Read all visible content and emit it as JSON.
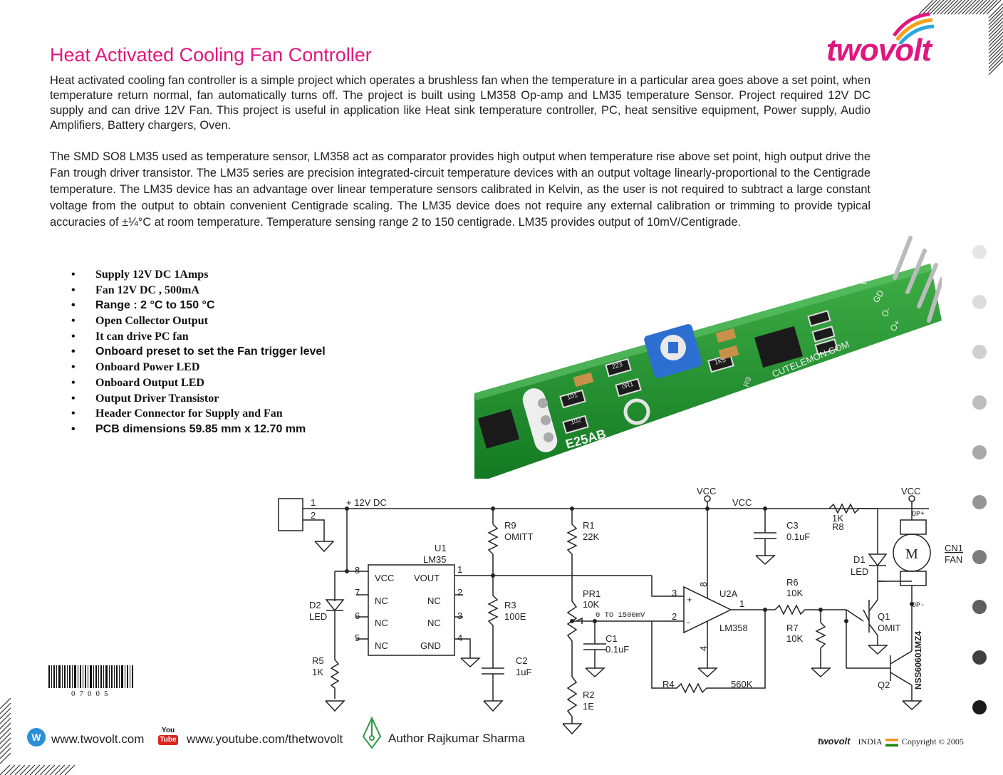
{
  "header": {
    "title": "Heat Activated Cooling Fan Controller",
    "logo": "twovolt"
  },
  "intro": {
    "paragraph1": "Heat activated cooling fan controller is a simple project which operates a brushless fan when the temperature in a particular area goes above a set point, when temperature return normal, fan automatically turns off. The project is built using LM358 Op-amp and LM35 temperature Sensor. Project required 12V DC supply and can drive 12V Fan. This project is useful in application like Heat sink temperature controller, PC, heat sensitive equipment, Power supply, Audio Amplifiers, Battery chargers, Oven.",
    "paragraph2": "The SMD SO8 LM35 used as temperature sensor, LM358 act as comparator provides high output when temperature rise above set point, high output drive the Fan trough driver transistor. The LM35 series are precision integrated-circuit temperature devices with an output voltage linearly-proportional to the Centigrade temperature. The LM35 device has an advantage over linear temperature sensors calibrated in Kelvin, as the user is not required to subtract a large constant voltage from the output to obtain convenient Centigrade scaling. The LM35 device does not require any external calibration or trimming to provide typical accuracies of ±¼°C at room temperature. Temperature sensing range 2 to 150 centigrade. LM35 provides output of 10mV/Centigrade."
  },
  "features": [
    "Supply 12V DC 1Amps",
    "Fan 12V DC , 500mA",
    "Range : 2 °C to 150 °C",
    "Open Collector Output",
    "It can drive PC fan",
    "Onboard preset to set the Fan trigger level",
    "Onboard Power LED",
    "Onboard Output LED",
    "Output Driver Transistor",
    "Header Connector for Supply and Fan",
    "PCB dimensions 59.85 mm x 12.70 mm"
  ],
  "pcb_photo": {
    "silkscreen": [
      "E25AB",
      "CUTELEMON.COM",
      "V+",
      "GD",
      "O-",
      "O+",
      "102",
      "101",
      "223",
      "0R1",
      "1K5",
      "R9"
    ]
  },
  "schematic": {
    "supply": "+ 12V DC",
    "vcc": "VCC",
    "pins": [
      "1",
      "2",
      "3",
      "4",
      "5",
      "6",
      "7",
      "8"
    ],
    "u1": {
      "ref": "U1",
      "part": "LM35",
      "pins": [
        "VCC",
        "VOUT",
        "NC",
        "NC",
        "NC",
        "NC",
        "NC",
        "GND"
      ]
    },
    "u2": {
      "ref": "U2A",
      "part": "LM358"
    },
    "r9": {
      "ref": "R9",
      "value": "OMITT"
    },
    "r1": {
      "ref": "R1",
      "value": "22K"
    },
    "r3": {
      "ref": "R3",
      "value": "100E"
    },
    "c2": {
      "ref": "C2",
      "value": "1uF"
    },
    "pr1": {
      "ref": "PR1",
      "value": "10K",
      "range": "0 TO 1500mV"
    },
    "c1": {
      "ref": "C1",
      "value": "0.1uF"
    },
    "r2": {
      "ref": "R2",
      "value": "1E"
    },
    "c3": {
      "ref": "C3",
      "value": "0.1uF"
    },
    "r8": {
      "ref": "R8",
      "value": "1K"
    },
    "d1": {
      "ref": "D1",
      "value": "LED"
    },
    "d2": {
      "ref": "D2",
      "value": "LED"
    },
    "r5": {
      "ref": "R5",
      "value": "1K"
    },
    "r6": {
      "ref": "R6",
      "value": "10K"
    },
    "r7": {
      "ref": "R7",
      "value": "10K"
    },
    "r4": {
      "ref": "R4",
      "value": "560K"
    },
    "q1": {
      "ref": "Q1",
      "value": "OMIT"
    },
    "q2": {
      "ref": "Q2",
      "value": "NSS60601MZ4"
    },
    "cn1": {
      "ref": "CN1",
      "value": "FAN"
    },
    "motor": "M",
    "op_plus": "OP+",
    "op_minus": "OP-"
  },
  "barcode": {
    "number": "07005"
  },
  "footer": {
    "website": "www.twovolt.com",
    "youtube": "www.youtube.com/thetwovolt",
    "youtube_icon_top": "You",
    "youtube_icon_bottom": "Tube",
    "author": "Author Rajkumar Sharma",
    "brand": "twovolt",
    "country": "INDIA",
    "copyright": "Copyright",
    "year": "2005"
  },
  "colors": {
    "accent": "#e0177f",
    "pcb_green": "#1f8a2e",
    "header_yellow": "#e8c21a"
  },
  "side_dots": [
    "#e6e6e6",
    "#dcdcdc",
    "#cfcfcf",
    "#bdbdbd",
    "#a9a9a9",
    "#959595",
    "#7d7d7d",
    "#5f5f5f",
    "#404040",
    "#1a1a1a"
  ]
}
